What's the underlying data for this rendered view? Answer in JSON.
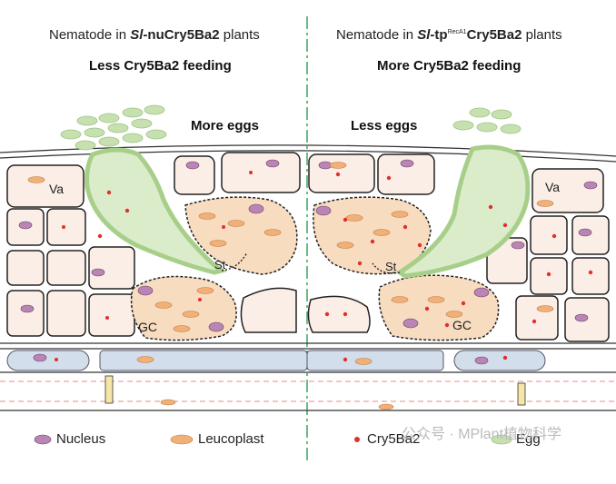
{
  "left_panel": {
    "title_prefix": "Nematode in ",
    "title_sl": "Sl",
    "title_gene": "-nuCry5Ba2",
    "title_suffix": " plants",
    "subtitle": "Less Cry5Ba2 feeding",
    "eggs_label": "More eggs"
  },
  "right_panel": {
    "title_prefix": "Nematode in ",
    "title_sl": "Sl",
    "title_gene_a": "-tp",
    "title_sup": "RecA1",
    "title_gene_b": "Cry5Ba2",
    "title_suffix": " plants",
    "subtitle": "More Cry5Ba2 feeding",
    "eggs_label": "Less eggs"
  },
  "cell_labels": {
    "vacuole": "Va",
    "giant_cell": "GC",
    "stylet": "St"
  },
  "legend": {
    "nucleus": "Nucleus",
    "leucoplast": "Leucoplast",
    "cry": "Cry5Ba2",
    "egg": "Egg"
  },
  "watermark": "公众号 · MPlant植物科学",
  "colors": {
    "cell_fill": "#fbeee6",
    "cell_stroke": "#222222",
    "giant_cell_fill": "#f8dcc0",
    "nematode_fill": "#dbeccb",
    "nematode_stroke": "#a8cf8a",
    "nucleus": "#b985b4",
    "leucoplast": "#f0b078",
    "cry": "#e0302a",
    "vascular": "#d3deec",
    "divider": "#3aa65a"
  }
}
